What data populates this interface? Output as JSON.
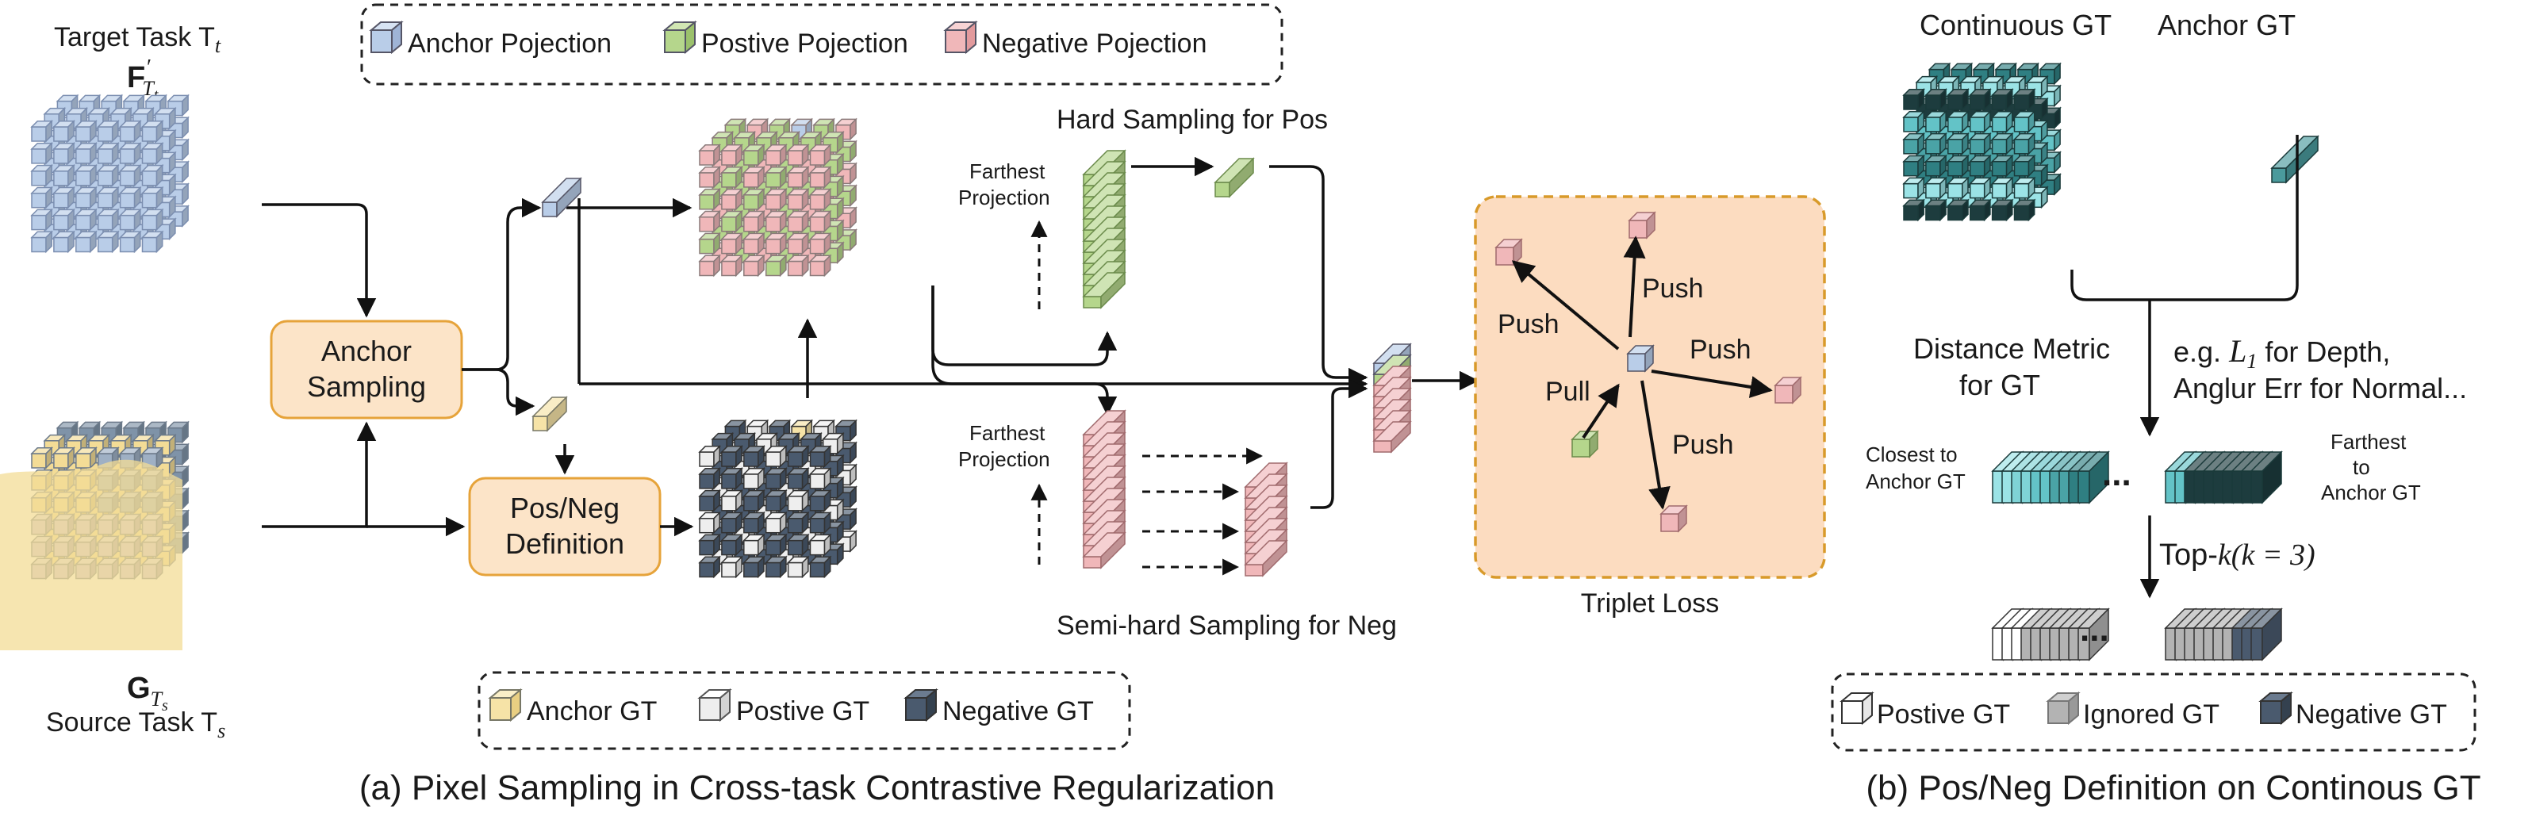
{
  "panel_a": {
    "caption": "(a) Pixel Sampling in Cross-task Contrastive Regularization",
    "target_task": "Target Task T",
    "target_task_sub": "t",
    "target_feature": "F",
    "target_feature_prime": "′",
    "target_feature_sub": "T",
    "target_feature_subsub": "t",
    "source_gt": "G",
    "source_gt_sub": "T",
    "source_gt_subsub": "s",
    "source_task": "Source Task T",
    "source_task_sub": "s",
    "legend_top": [
      "Anchor Pojection",
      "Postive Pojection",
      "Negative Pojection"
    ],
    "legend_bottom": [
      "Anchor GT",
      "Postive GT",
      "Negative GT"
    ],
    "anchor_sampling": [
      "Anchor",
      "Sampling"
    ],
    "posneg_definition": [
      "Pos/Neg",
      "Definition"
    ],
    "hard_sampling": "Hard Sampling for Pos",
    "semi_hard_sampling": "Semi-hard Sampling for Neg",
    "farthest_projection": [
      "Farthest",
      "Projection"
    ],
    "triplet_loss": "Triplet Loss",
    "push_label": "Push",
    "pull_label": "Pull"
  },
  "panel_b": {
    "caption": "(b) Pos/Neg Definition on Continous GT",
    "continuous_gt": "Continuous GT",
    "anchor_gt": "Anchor GT",
    "distance_metric": [
      "Distance Metric",
      "for GT"
    ],
    "example_prefix": "e.g. ",
    "example_L": "L",
    "example_L_sub": "1",
    "example_rest": " for Depth,",
    "example_line2": "Anglur Err for Normal...",
    "closest": [
      "Closest to",
      "Anchor GT"
    ],
    "farthest": [
      "Farthest",
      "to",
      "Anchor GT"
    ],
    "topk_prefix": "Top-",
    "topk_math": "k",
    "topk_paren": "(k = 3)",
    "ellipsis": "...",
    "legend": [
      "Postive GT",
      "Ignored GT",
      "Negative GT"
    ]
  },
  "colors": {
    "anchor_projection": "#b9cde8",
    "positive_projection": "#b5d68c",
    "negative_projection": "#f0b7b9",
    "anchor_gt": "#f6e3a7",
    "positive_gt": "#eeeeee",
    "negative_gt": "#4a5a6e",
    "ignored_gt": "#b3b3b3",
    "module_fill": "#fce4c8",
    "module_stroke": "#e6a33a",
    "triplet_fill": "#fcdcc0",
    "triplet_stroke": "#d89a2a",
    "source_yellow": "#f3dc96",
    "source_purple": "#c9bedf",
    "teal": "#63c3c7",
    "teal_dark": "#1d3c3e"
  }
}
